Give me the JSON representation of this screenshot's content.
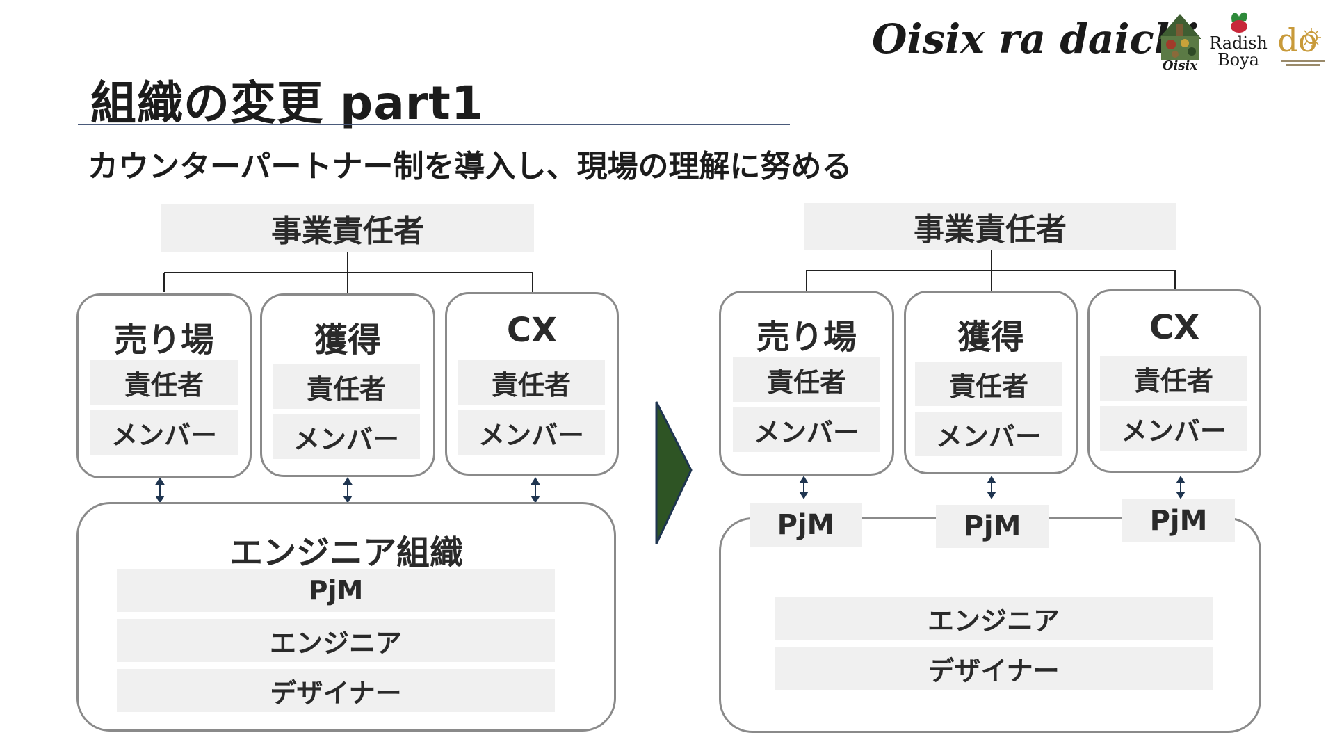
{
  "header": {
    "title": "組織の変更 part1",
    "subtitle": "カウンターパートナー制を導入し、現場の理解に努める"
  },
  "logos": {
    "brand": "Oisix ra daichi",
    "oisix": "Oisix",
    "radish_boya": [
      "Radish",
      "Boya"
    ],
    "daichi": "do"
  },
  "before": {
    "top": "事業責任者",
    "departments": [
      {
        "name": "売り場",
        "rows": [
          "責任者",
          "メンバー"
        ]
      },
      {
        "name": "獲得",
        "rows": [
          "責任者",
          "メンバー"
        ]
      },
      {
        "name": "CX",
        "rows": [
          "責任者",
          "メンバー"
        ]
      }
    ],
    "engineering": {
      "title": "エンジニア組織",
      "rows": [
        "PjM",
        "エンジニア",
        "デザイナー"
      ]
    }
  },
  "after": {
    "top": "事業責任者",
    "departments": [
      {
        "name": "売り場",
        "rows": [
          "責任者",
          "メンバー"
        ]
      },
      {
        "name": "獲得",
        "rows": [
          "責任者",
          "メンバー"
        ]
      },
      {
        "name": "CX",
        "rows": [
          "責任者",
          "メンバー"
        ]
      }
    ],
    "pjm": [
      "PjM",
      "PjM",
      "PjM"
    ],
    "engineering": {
      "rows": [
        "エンジニア",
        "デザイナー"
      ]
    }
  },
  "colors": {
    "arrow_green": "#2e5424",
    "box_gray": "#f0f0f0",
    "border_gray": "#8a8a8a",
    "link_navy": "#1f3550"
  }
}
